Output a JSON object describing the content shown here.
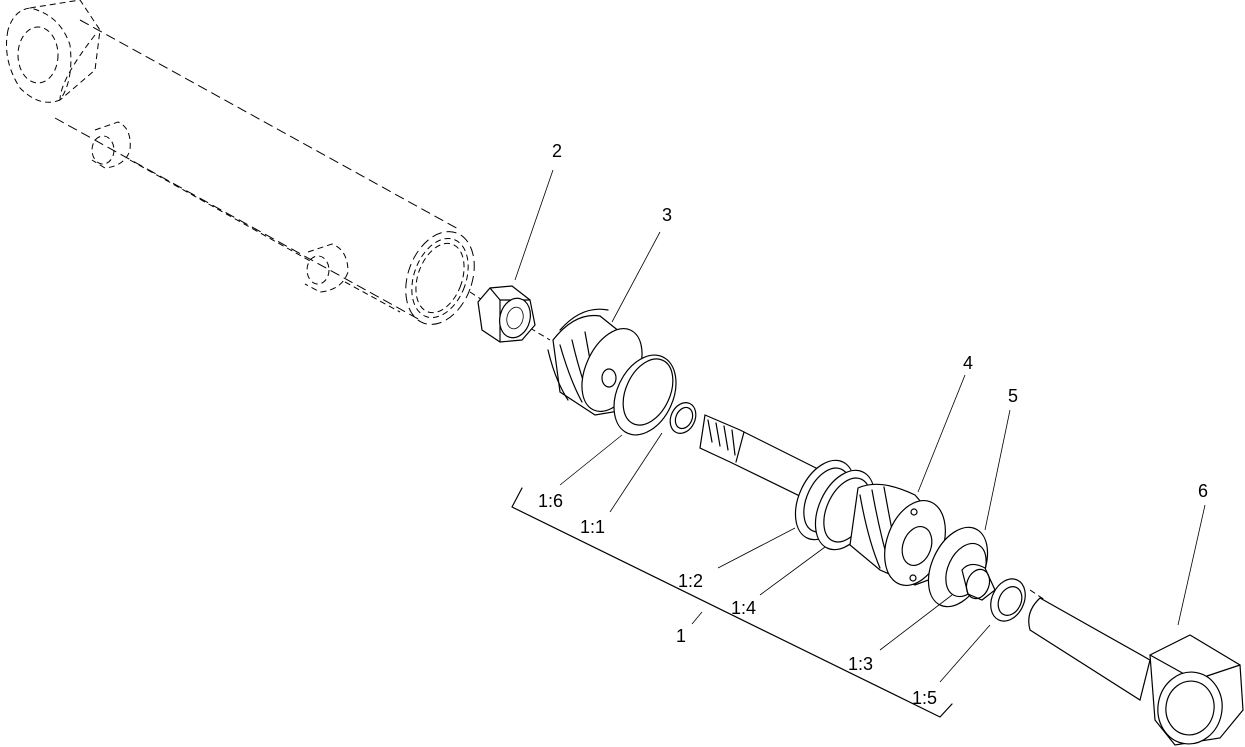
{
  "callouts": {
    "c1": "1",
    "c2": "2",
    "c3": "3",
    "c4": "4",
    "c5": "5",
    "c6": "6",
    "c1_1": "1:1",
    "c1_2": "1:2",
    "c1_3": "1:3",
    "c1_4": "1:4",
    "c1_5": "1:5",
    "c1_6": "1:6"
  }
}
